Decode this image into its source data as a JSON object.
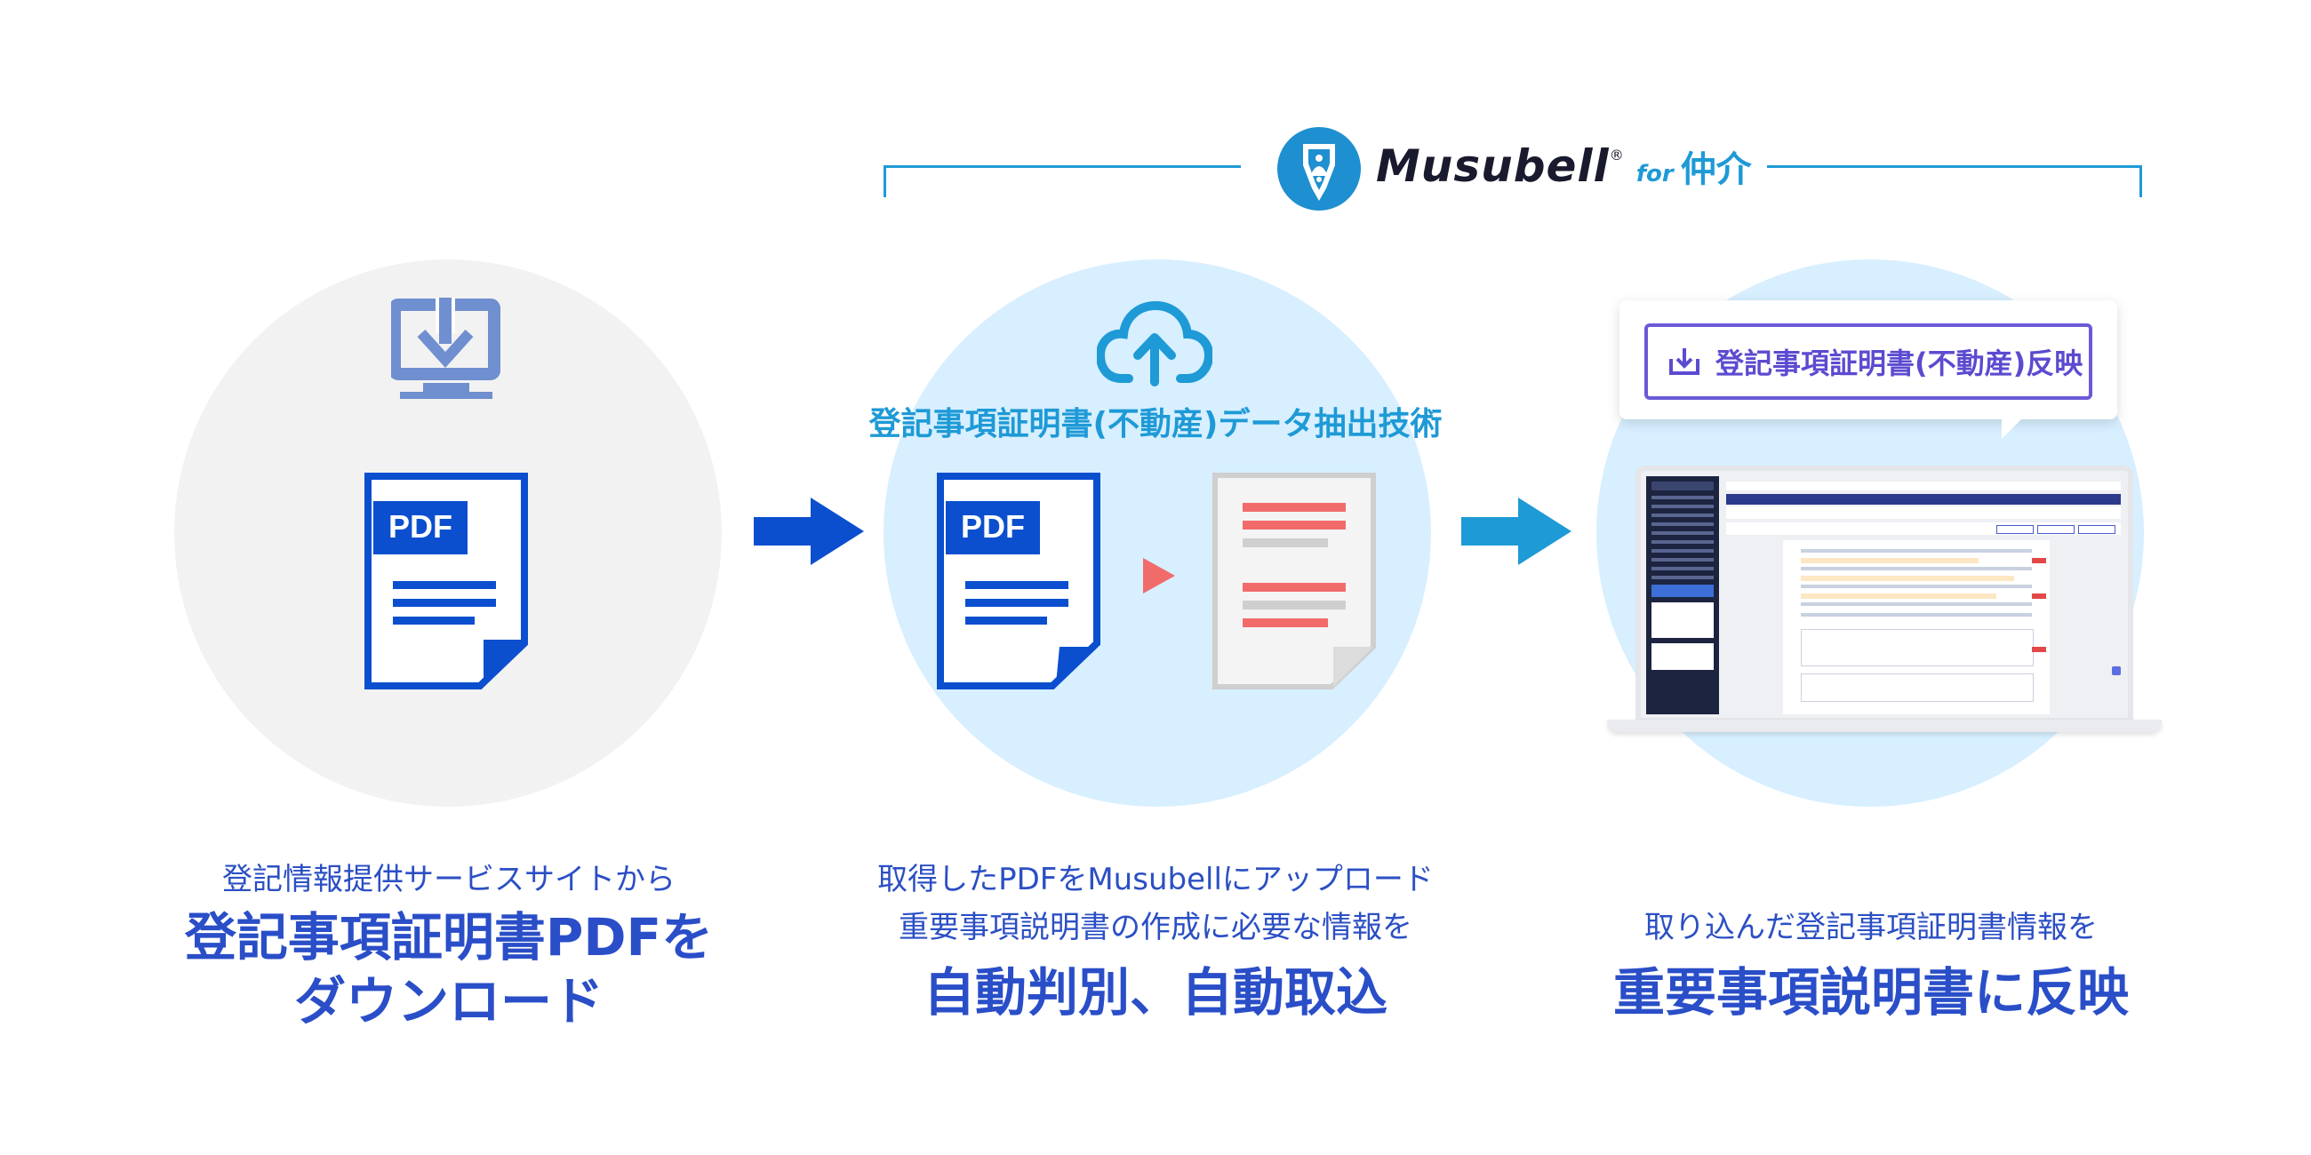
{
  "brand": {
    "name": "Musubell",
    "reg": "®",
    "for_text": "for",
    "suffix": "仲介"
  },
  "step1": {
    "pdf_label": "PDF",
    "caption_sub": "登記情報提供サービスサイトから",
    "caption_main_1": "登記事項証明書PDFを",
    "caption_main_2": "ダウンロード"
  },
  "step2": {
    "tech_label": "登記事項証明書(不動産)データ抽出技術",
    "pdf_label": "PDF",
    "caption_sub_1": "取得したPDFをMusubellにアップロード",
    "caption_sub_2": "重要事項説明書の作成に必要な情報を",
    "caption_main": "自動判別、自動取込"
  },
  "step3": {
    "button_label": "登記事項証明書(不動産)反映",
    "caption_sub": "取り込んだ登記事項証明書情報を",
    "caption_main": "重要事項説明書に反映"
  },
  "colors": {
    "accent_blue": "#1e9ad6",
    "dark_blue": "#0b4fcf",
    "caption_blue": "#2a4ec8",
    "purple": "#6a5ad8",
    "coral": "#f26b6b",
    "light_circle": "#d7efff",
    "grey_circle": "#f2f2f2"
  }
}
